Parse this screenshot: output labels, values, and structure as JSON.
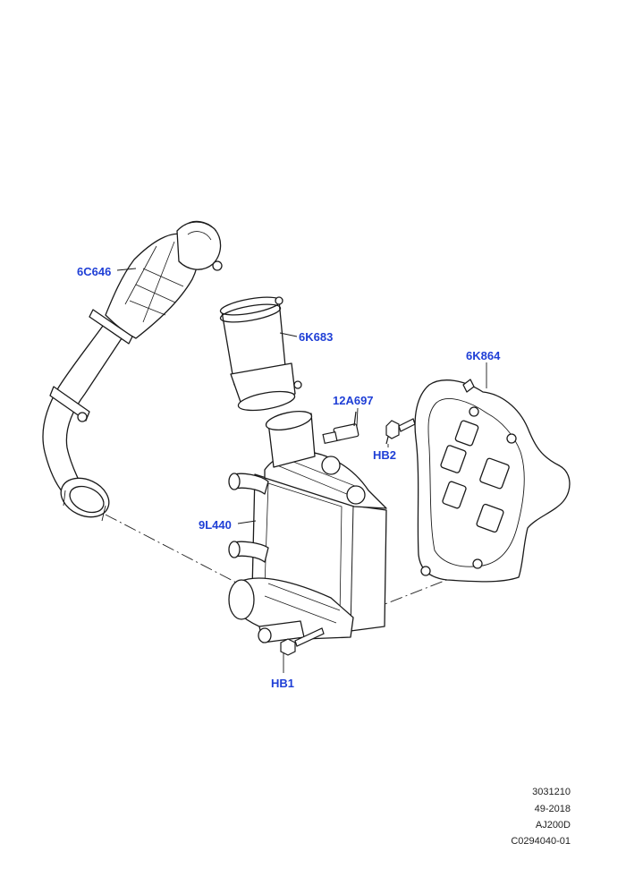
{
  "diagram": {
    "callouts": {
      "hose": "6C646",
      "tube": "6K683",
      "sensor": "12A697",
      "bolt_hb2": "HB2",
      "bracket": "6K864",
      "intercooler": "9L440",
      "bolt_hb1": "HB1"
    },
    "colors": {
      "callout": "#1f3fd6",
      "line": "#1a1a1a",
      "part_fill": "#ffffff"
    }
  },
  "footer": {
    "line1": "3031210",
    "line2": "49-2018",
    "line3": "AJ200D",
    "line4": "C0294040-01"
  }
}
